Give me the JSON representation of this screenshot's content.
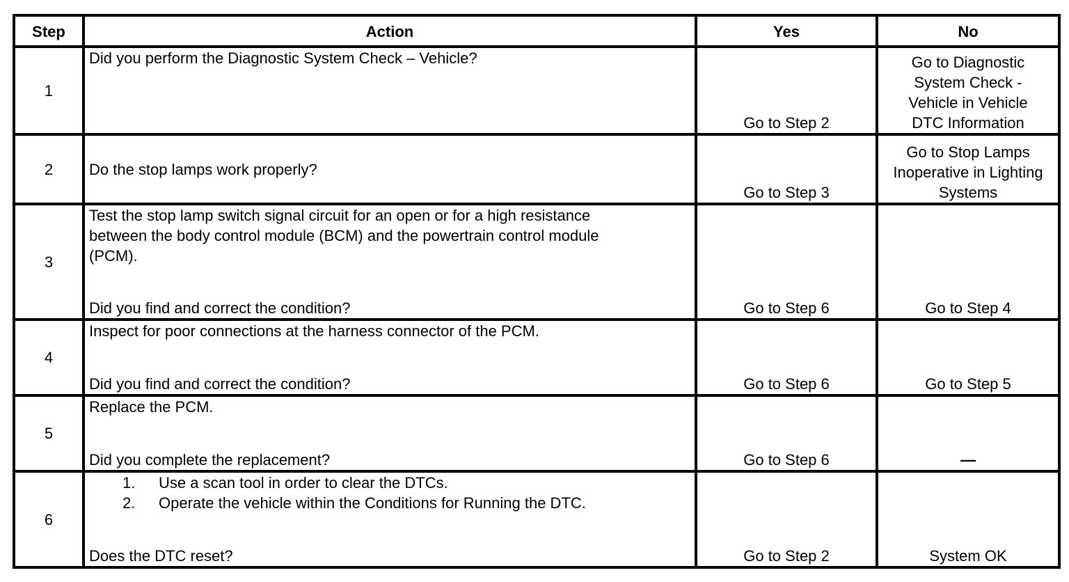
{
  "headers": {
    "step": "Step",
    "action": "Action",
    "yes": "Yes",
    "no": "No"
  },
  "rows": [
    {
      "step": "1",
      "action": "Did you perform the Diagnostic System Check – Vehicle?",
      "yes": "Go to Step 2",
      "no_lines": [
        "Go to Diagnostic",
        "System Check -",
        "Vehicle in Vehicle",
        "DTC Information"
      ]
    },
    {
      "step": "2",
      "action": "Do the stop lamps work properly?",
      "yes": "Go to Step 3",
      "no_lines": [
        "Go to Stop Lamps",
        "Inoperative in Lighting",
        "Systems"
      ]
    },
    {
      "step": "3",
      "action_lines": [
        "Test the stop lamp switch signal circuit for an open or for a high resistance",
        "between the body control module (BCM) and the powertrain control module",
        "(PCM)."
      ],
      "question": "Did you find and correct the condition?",
      "yes": "Go to Step 6",
      "no": "Go to Step 4"
    },
    {
      "step": "4",
      "action": "Inspect for poor connections at the harness connector of the PCM.",
      "question": "Did you find and correct the condition?",
      "yes": "Go to Step 6",
      "no": "Go to Step 5"
    },
    {
      "step": "5",
      "action": "Replace the PCM.",
      "question": "Did you complete the replacement?",
      "yes": "Go to Step 6",
      "no": "—"
    },
    {
      "step": "6",
      "substeps": [
        {
          "num": "1.",
          "text": "Use a scan tool in order to clear the DTCs."
        },
        {
          "num": "2.",
          "text": "Operate the vehicle within the Conditions for Running the DTC."
        }
      ],
      "question": "Does the DTC reset?",
      "yes": "Go to Step 2",
      "no": "System OK"
    }
  ]
}
